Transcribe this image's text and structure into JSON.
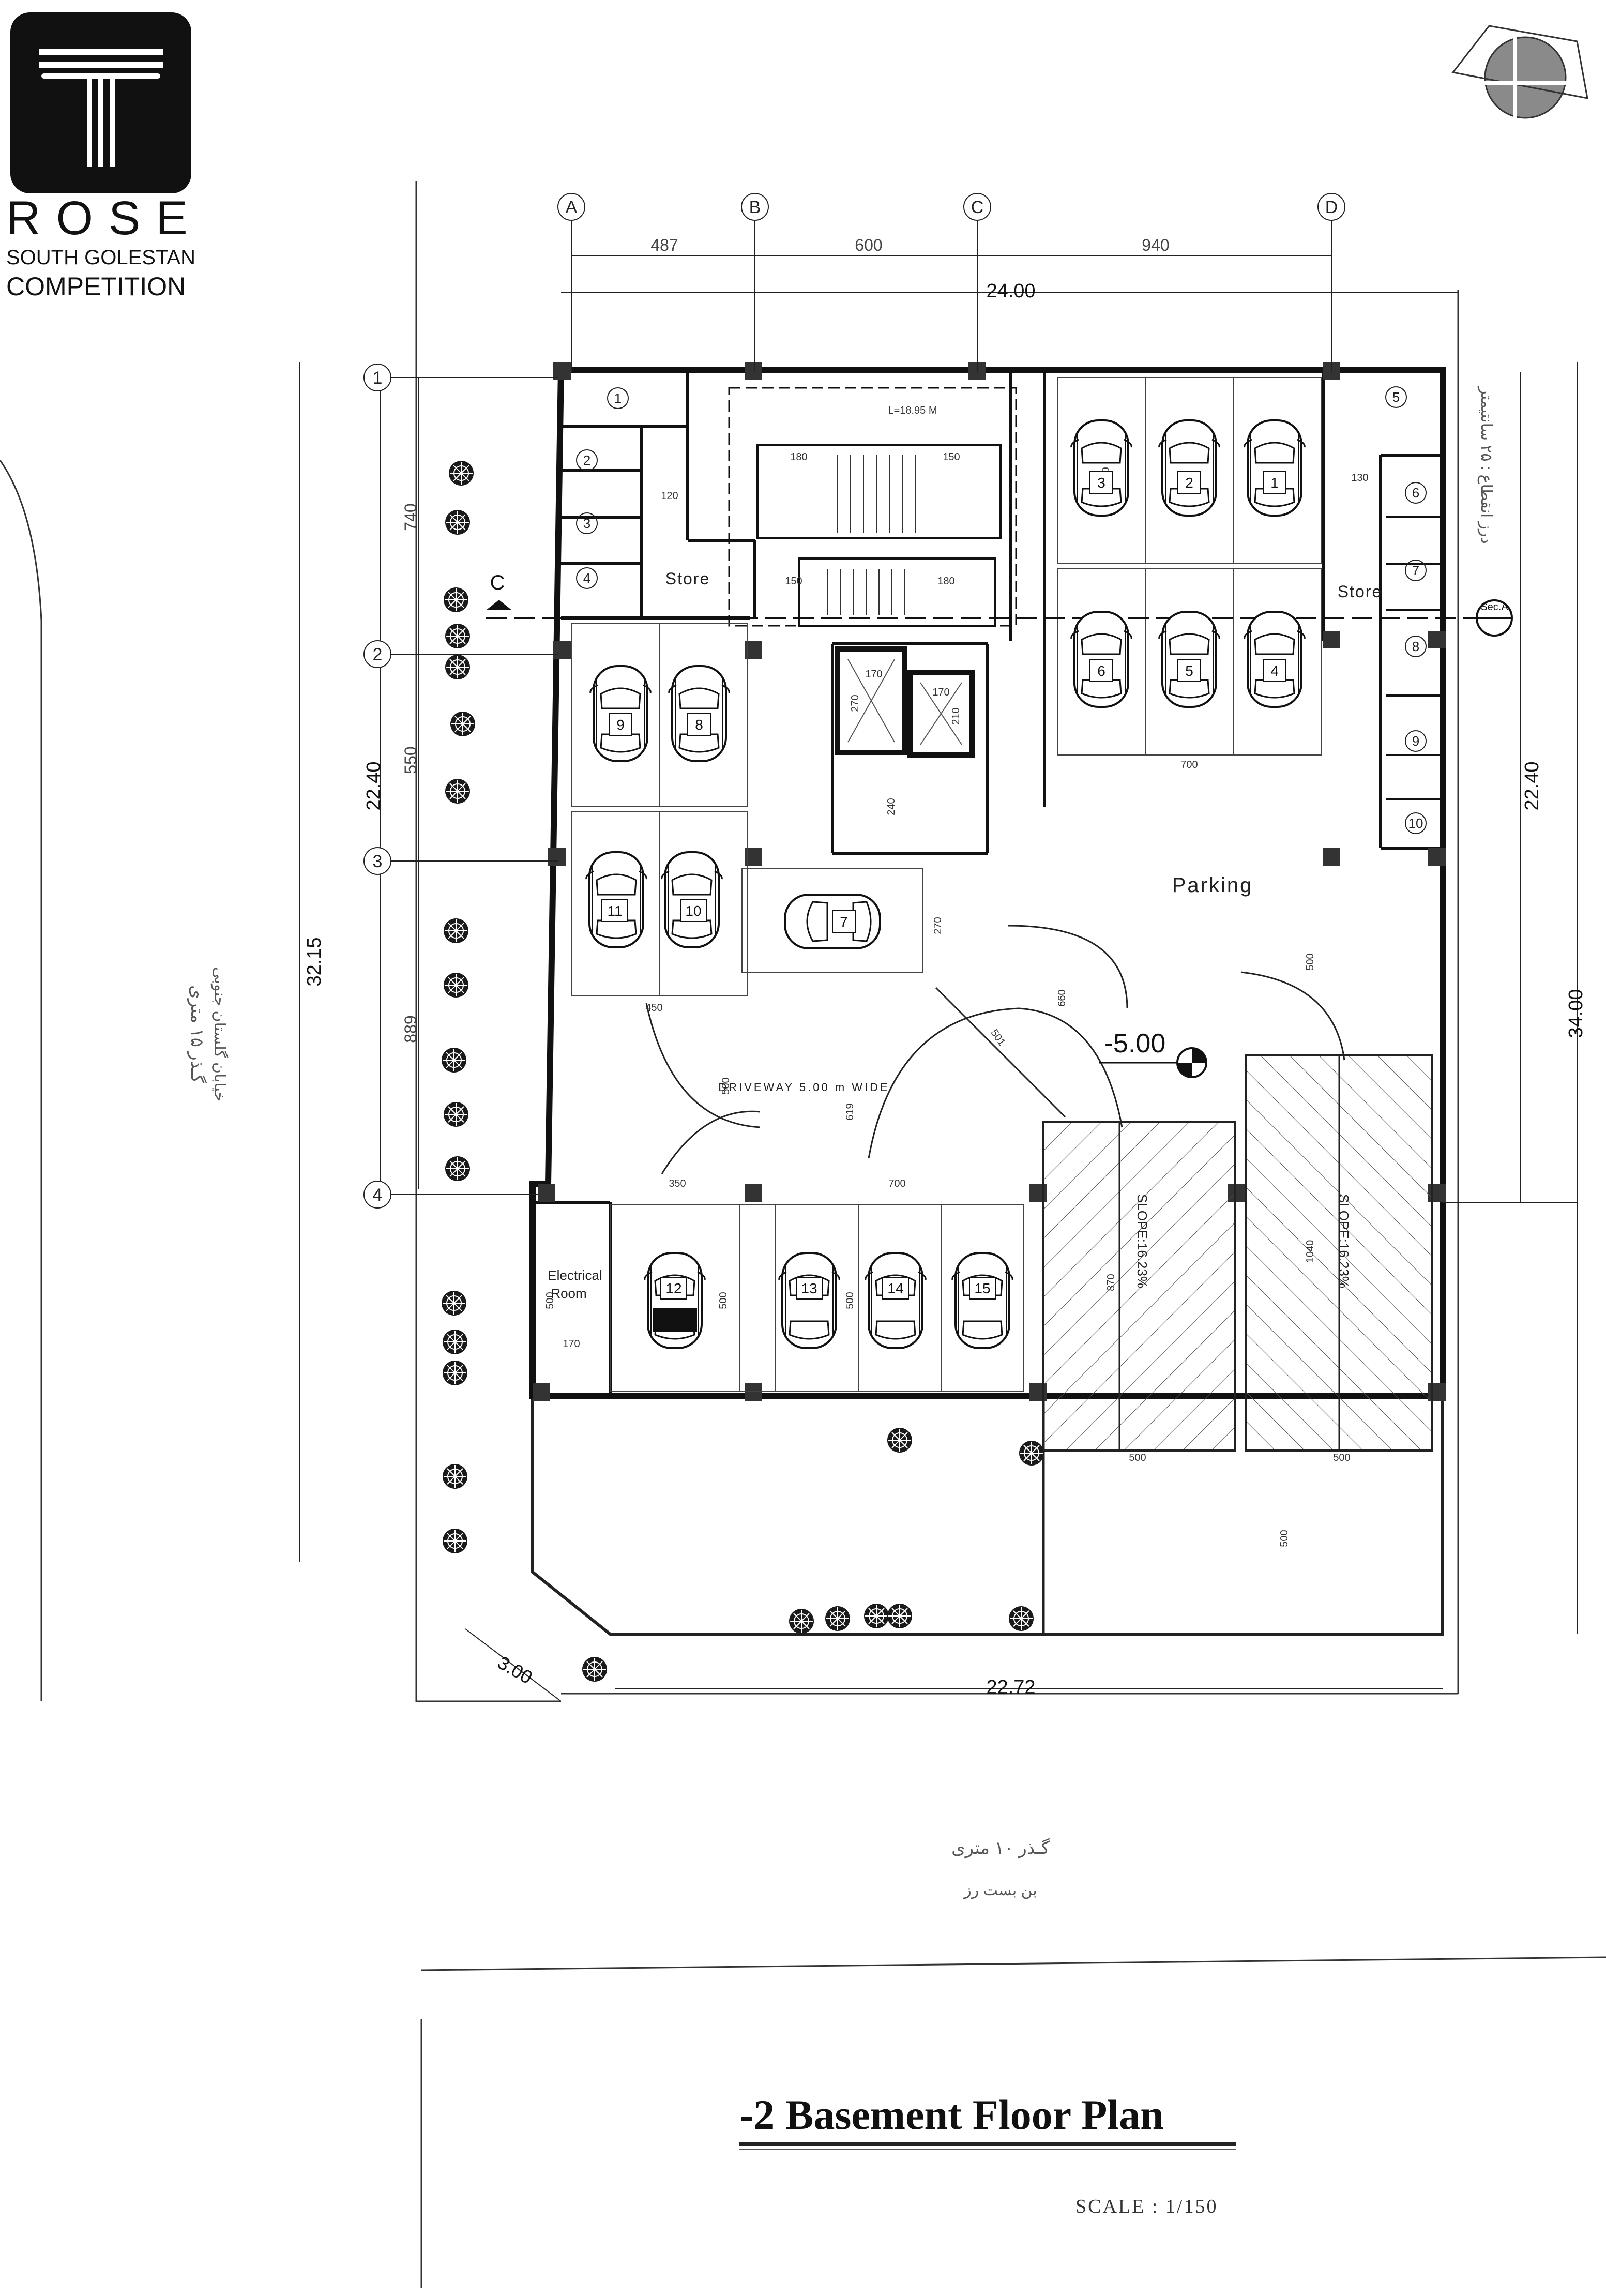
{
  "brand": {
    "name": "ROSE",
    "line1": "SOUTH GOLESTAN",
    "line2": "COMPETITION"
  },
  "title": "-2 Basement Floor Plan",
  "scale": "SCALE  :  1/150",
  "axes": {
    "letters": [
      "A",
      "B",
      "C",
      "D"
    ],
    "numbers": [
      "1",
      "2",
      "3",
      "4"
    ]
  },
  "dims": {
    "top_spans": [
      "487",
      "600",
      "940"
    ],
    "overall_width": "24.00",
    "left_total": "22.40",
    "right_total": "22.40",
    "left_overall": "32.15",
    "right_overall": "34.00",
    "bottom_width": "22.72",
    "chamfer": "3.00",
    "row_spans": [
      "740",
      "550",
      "889"
    ],
    "stair_l": "L=18.95 M",
    "stair_180_top": "180",
    "stair_150_top": "150",
    "stair_150_bot": "150",
    "stair_180_bot": "180",
    "corridor_120": "120",
    "corridor_130": "130",
    "lift_170a": "170",
    "lift_170b": "170",
    "lift_270": "270",
    "lift_210": "210",
    "lift_240": "240",
    "park_500": "500",
    "park_700a": "700",
    "park_700b": "700",
    "park_450": "450",
    "park_350": "350",
    "park_270": "270",
    "park_500_right": "500",
    "park_660": "660",
    "park_619": "619",
    "park_501": "501",
    "park_500_mid": "500",
    "stall_500a": "500",
    "stall_500b": "500",
    "stall_500c": "500",
    "elec_170": "170",
    "ramp_870": "870",
    "ramp_1040": "1040",
    "ramp_500a": "500",
    "ramp_500b": "500",
    "ramp_500c": "500"
  },
  "labels": {
    "store_left": "Store",
    "store_right": "Store",
    "parking": "Parking",
    "level": "-5.00",
    "driveway": "DRIVEWAY 5.00 m  WIDE",
    "elec_1": "Electrical",
    "elec_2": "Room",
    "slope_1": "SLOPE:16.23%",
    "slope_2": "SLOPE:16.23%",
    "section_c": "C",
    "section_a": "Sec.A"
  },
  "storage_units": [
    "1",
    "2",
    "3",
    "4",
    "5",
    "6",
    "7",
    "8",
    "9",
    "10"
  ],
  "parking_spaces": [
    "1",
    "2",
    "3",
    "4",
    "5",
    "6",
    "7",
    "8",
    "9",
    "10",
    "11",
    "12",
    "13",
    "14",
    "15"
  ],
  "streets": {
    "west_1": "گـذر ۱۵ متری",
    "west_2": "خیابان گلستان جنوبی",
    "south_1": "گـذر ۱۰ متری",
    "south_2": "بن بست رز",
    "east": "درز انقطاع : ۲۵ سانتیمتر"
  }
}
